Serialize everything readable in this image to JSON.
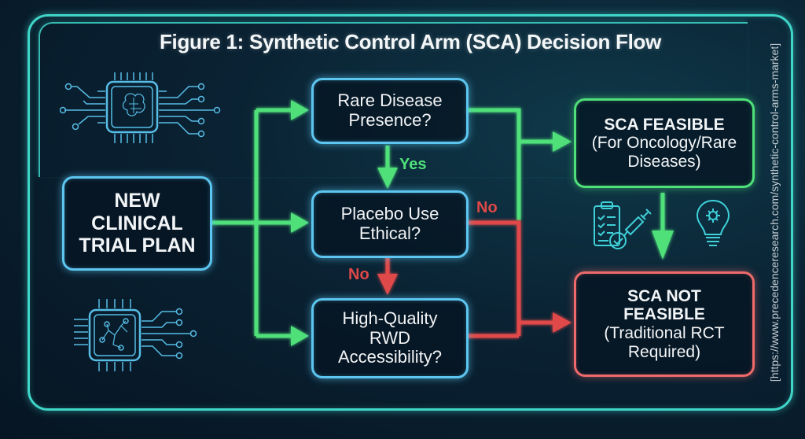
{
  "figure": {
    "title": "Figure 1: Synthetic Control Arm (SCA) Decision Flow",
    "source_note": "[https://www.precedenceresearch.com/synthetic-control-arms-market]"
  },
  "nodes": {
    "start": {
      "lines": [
        "NEW",
        "CLINICAL",
        "TRIAL PLAN"
      ]
    },
    "q_rare": {
      "lines": [
        "Rare Disease",
        "Presence?"
      ]
    },
    "q_placebo": {
      "lines": [
        "Placebo Use",
        "Ethical?"
      ]
    },
    "q_rwd": {
      "lines": [
        "High-Quality",
        "RWD",
        "Accessibility?"
      ]
    },
    "feasible": {
      "title": "SCA FEASIBLE",
      "sub": [
        "(For Oncology/Rare",
        "Diseases)"
      ]
    },
    "not_feasible": {
      "title": [
        "SCA NOT",
        "FEASIBLE"
      ],
      "sub": [
        "(Traditional RCT",
        "Required)"
      ]
    }
  },
  "edge_labels": {
    "rare_to_placebo": "Yes",
    "placebo_to_rwd": "No",
    "placebo_to_not_feasible": "No"
  },
  "icons": [
    "chip-brain-icon",
    "chip-molecule-icon",
    "clipboard-checklist-icon",
    "syringe-icon",
    "lightbulb-gear-icon"
  ],
  "colors": {
    "node_border": "#5cc6f0",
    "yes_path": "#4fe07a",
    "no_path": "#e04848",
    "frame": "#3fd6c8",
    "background": "#0a2233"
  }
}
